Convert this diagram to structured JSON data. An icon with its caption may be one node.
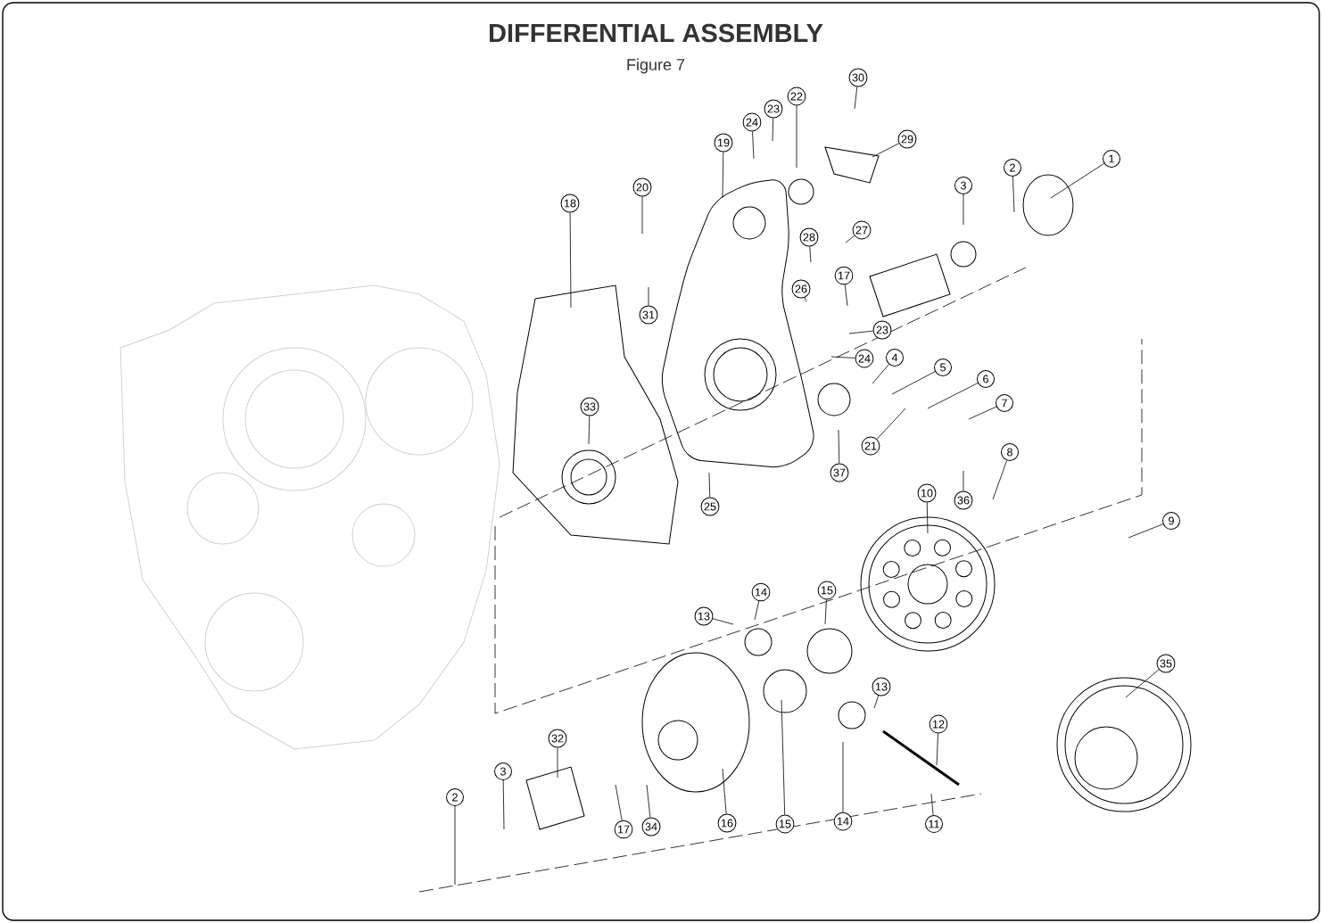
{
  "diagram": {
    "title": "DIFFERENTIAL ASSEMBLY",
    "caption": "Figure 7",
    "nodes": [
      {
        "text": [
          "30"
        ]
      },
      {
        "text": [
          "22"
        ]
      },
      {
        "text": [
          "23"
        ]
      },
      {
        "text": [
          "24"
        ]
      },
      {
        "text": [
          "29"
        ]
      },
      {
        "text": [
          "19"
        ]
      },
      {
        "text": [
          "1"
        ]
      },
      {
        "text": [
          "2"
        ]
      },
      {
        "text": [
          "3"
        ]
      },
      {
        "text": [
          "20"
        ]
      },
      {
        "text": [
          "18"
        ]
      },
      {
        "text": [
          "28"
        ]
      },
      {
        "text": [
          "27"
        ]
      },
      {
        "text": [
          "17"
        ]
      },
      {
        "text": [
          "26"
        ]
      },
      {
        "text": [
          "31"
        ]
      },
      {
        "text": [
          "23"
        ]
      },
      {
        "text": [
          "24"
        ]
      },
      {
        "text": [
          "4"
        ]
      },
      {
        "text": [
          "5"
        ]
      },
      {
        "text": [
          "6"
        ]
      },
      {
        "text": [
          "7"
        ]
      },
      {
        "text": [
          "33"
        ]
      },
      {
        "text": [
          "21"
        ]
      },
      {
        "text": [
          "8"
        ]
      },
      {
        "text": [
          "37"
        ]
      },
      {
        "text": [
          "10"
        ]
      },
      {
        "text": [
          "36"
        ]
      },
      {
        "text": [
          "25"
        ]
      },
      {
        "text": [
          "9"
        ]
      },
      {
        "text": [
          "15"
        ]
      },
      {
        "text": [
          "14"
        ]
      },
      {
        "text": [
          "13"
        ]
      },
      {
        "text": [
          "35"
        ]
      },
      {
        "text": [
          "13"
        ]
      },
      {
        "text": [
          "12"
        ]
      },
      {
        "text": [
          "32"
        ]
      },
      {
        "text": [
          "3"
        ]
      },
      {
        "text": [
          "2"
        ]
      },
      {
        "text": [
          "16"
        ]
      },
      {
        "text": [
          "15"
        ]
      },
      {
        "text": [
          "14"
        ]
      },
      {
        "text": [
          "17"
        ]
      },
      {
        "text": [
          "34"
        ]
      },
      {
        "text": [
          "11"
        ]
      }
    ],
    "edges": [
      {
        "from": 0,
        "to": null,
        "arrow": "none"
      },
      {
        "from": 1,
        "to": null,
        "arrow": "none"
      },
      {
        "from": 2,
        "to": null,
        "arrow": "none"
      },
      {
        "from": 3,
        "to": null,
        "arrow": "none"
      },
      {
        "from": 4,
        "to": null,
        "arrow": "none"
      },
      {
        "from": 5,
        "to": null,
        "arrow": "none"
      },
      {
        "from": 6,
        "to": null,
        "arrow": "none"
      },
      {
        "from": 7,
        "to": null,
        "arrow": "none"
      },
      {
        "from": 8,
        "to": null,
        "arrow": "none"
      },
      {
        "from": 9,
        "to": null,
        "arrow": "none"
      },
      {
        "from": 10,
        "to": null,
        "arrow": "none"
      },
      {
        "from": 11,
        "to": null,
        "arrow": "none"
      },
      {
        "from": 12,
        "to": null,
        "arrow": "none"
      },
      {
        "from": 13,
        "to": null,
        "arrow": "none"
      },
      {
        "from": 14,
        "to": null,
        "arrow": "none"
      },
      {
        "from": 15,
        "to": null,
        "arrow": "none"
      },
      {
        "from": 16,
        "to": null,
        "arrow": "none"
      },
      {
        "from": 17,
        "to": null,
        "arrow": "none"
      },
      {
        "from": 18,
        "to": null,
        "arrow": "none"
      },
      {
        "from": 19,
        "to": null,
        "arrow": "none"
      },
      {
        "from": 20,
        "to": null,
        "arrow": "none"
      },
      {
        "from": 21,
        "to": null,
        "arrow": "none"
      },
      {
        "from": 22,
        "to": null,
        "arrow": "none"
      },
      {
        "from": 23,
        "to": null,
        "arrow": "none"
      },
      {
        "from": 24,
        "to": null,
        "arrow": "none"
      },
      {
        "from": 25,
        "to": null,
        "arrow": "none"
      },
      {
        "from": 26,
        "to": null,
        "arrow": "none"
      },
      {
        "from": 27,
        "to": null,
        "arrow": "none"
      },
      {
        "from": 28,
        "to": null,
        "arrow": "none"
      },
      {
        "from": 29,
        "to": null,
        "arrow": "none"
      },
      {
        "from": 30,
        "to": null,
        "arrow": "none"
      },
      {
        "from": 31,
        "to": null,
        "arrow": "none"
      },
      {
        "from": 32,
        "to": null,
        "arrow": "none"
      },
      {
        "from": 33,
        "to": null,
        "arrow": "none"
      },
      {
        "from": 34,
        "to": null,
        "arrow": "none"
      },
      {
        "from": 35,
        "to": null,
        "arrow": "none"
      },
      {
        "from": 36,
        "to": null,
        "arrow": "none"
      },
      {
        "from": 37,
        "to": null,
        "arrow": "none"
      },
      {
        "from": 38,
        "to": null,
        "arrow": "none"
      },
      {
        "from": 39,
        "to": null,
        "arrow": "none"
      },
      {
        "from": 40,
        "to": null,
        "arrow": "none"
      },
      {
        "from": 41,
        "to": null,
        "arrow": "none"
      },
      {
        "from": 42,
        "to": null,
        "arrow": "none"
      },
      {
        "from": 43,
        "to": null,
        "arrow": "none"
      },
      {
        "from": 44,
        "to": null,
        "arrow": "none"
      }
    ]
  }
}
